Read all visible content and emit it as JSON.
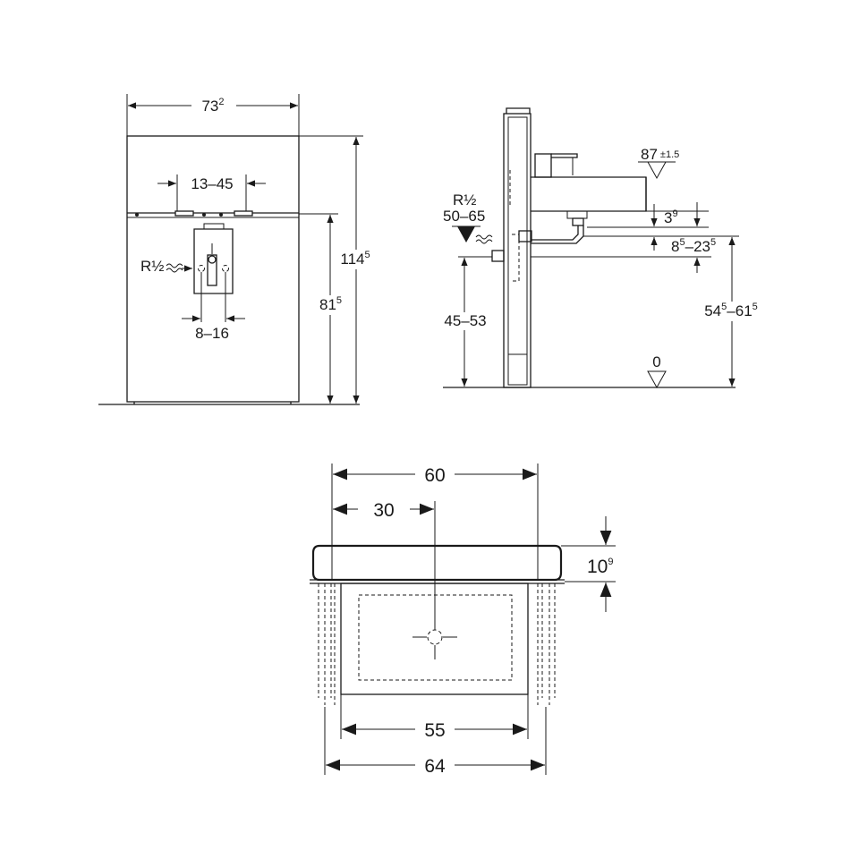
{
  "front_view": {
    "width": {
      "base": "73",
      "sup": "2"
    },
    "upper_spacing": "13–45",
    "connection": "R½",
    "lower_spacing": "8–16",
    "height_outer": {
      "base": "114",
      "sup": "5"
    },
    "height_inner": {
      "base": "81",
      "sup": "5"
    }
  },
  "side_view": {
    "connection": "R½",
    "connection_range": "50–65",
    "drain_range": "45–53",
    "top_level": {
      "base": "87",
      "tol": "±1.5"
    },
    "offset": {
      "base": "3",
      "sup": "9"
    },
    "trap_range": {
      "a": "8",
      "a_sup": "5",
      "sep": "–",
      "b": "23",
      "b_sup": "5"
    },
    "basin_range": {
      "a": "54",
      "a_sup": "5",
      "sep": "–",
      "b": "61",
      "b_sup": "5"
    },
    "floor_level": "0"
  },
  "top_view": {
    "width_inner": "60",
    "center": "30",
    "depth": {
      "base": "10",
      "sup": "9"
    },
    "frame_inner": "55",
    "frame_outer": "64"
  }
}
